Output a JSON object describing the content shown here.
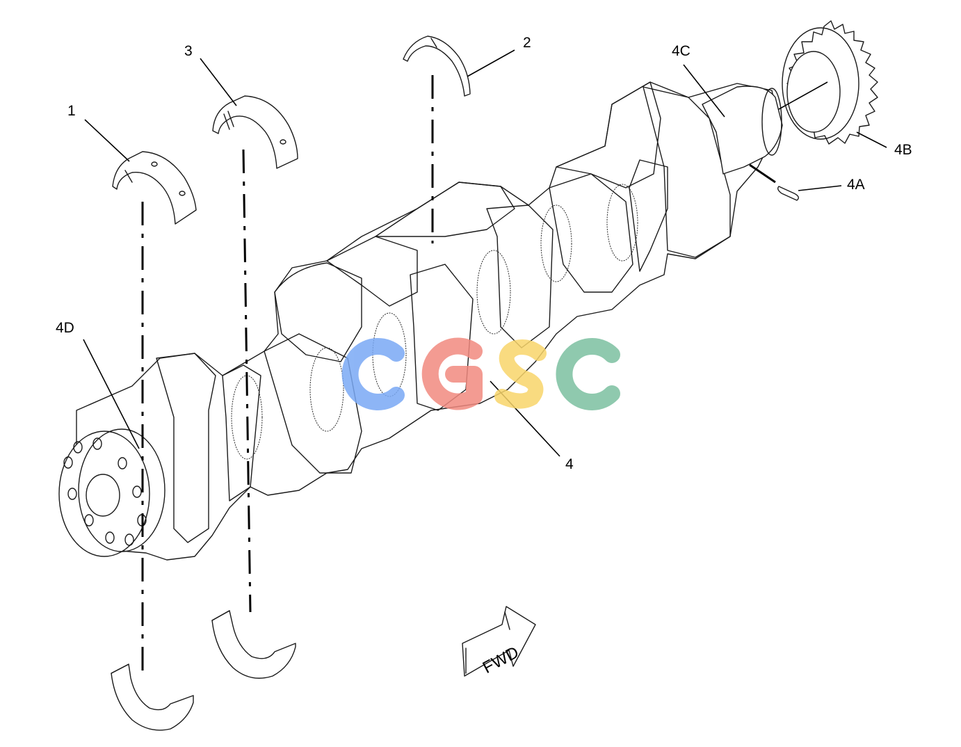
{
  "diagram": {
    "callouts": {
      "c1": "1",
      "c2": "2",
      "c3": "3",
      "c4": "4",
      "c4a": "4A",
      "c4b": "4B",
      "c4c": "4C",
      "c4d": "4D"
    },
    "fwd_label": "FWD",
    "watermark": {
      "text": "CGSC",
      "colors": [
        "#7aa9f5",
        "#f28a80",
        "#f8d56a",
        "#7cc0a0"
      ]
    },
    "line_color": "#1a1a1a"
  }
}
